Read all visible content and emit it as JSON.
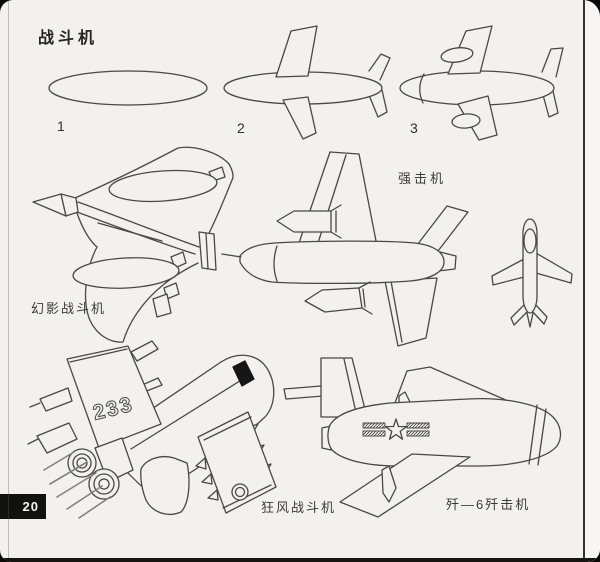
{
  "page": {
    "title": "战斗机",
    "page_number": "20"
  },
  "steps": [
    {
      "number": "1"
    },
    {
      "number": "2"
    },
    {
      "number": "3"
    }
  ],
  "drawings": {
    "mirage": {
      "label": "幻影战斗机"
    },
    "attacker": {
      "label": "强击机"
    },
    "tornado": {
      "label": "狂风战斗机",
      "wing_number": "233"
    },
    "j6": {
      "label": "歼—6歼击机"
    }
  },
  "colors": {
    "ink": "#4a4845",
    "paper": "#f2f1ee",
    "corner_black": "#0b0a09"
  }
}
